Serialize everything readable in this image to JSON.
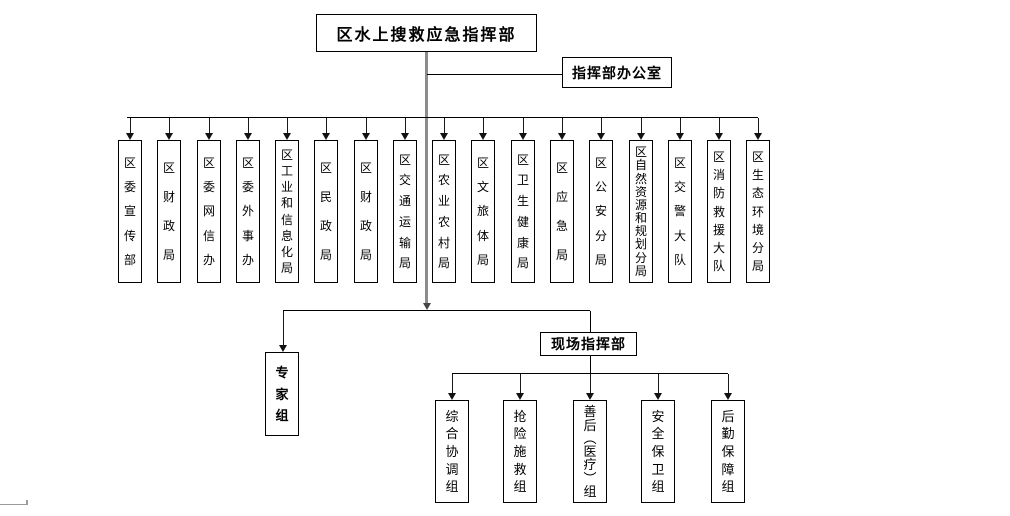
{
  "header": {
    "title": "区水上搜救应急指挥部",
    "office": "指挥部办公室"
  },
  "departments": [
    {
      "label": "区委宣传部"
    },
    {
      "label": "区财政局"
    },
    {
      "label": "区委网信办"
    },
    {
      "label": "区委外事办"
    },
    {
      "label": "区工业和信息化局"
    },
    {
      "label": "区民政局"
    },
    {
      "label": "区财政局"
    },
    {
      "label": "区交通运输局"
    },
    {
      "label": "区农业农村局"
    },
    {
      "label": "区文旅体局"
    },
    {
      "label": "区卫生健康局"
    },
    {
      "label": "区应急局"
    },
    {
      "label": "区公安分局"
    },
    {
      "label": "区自然资源和规划分局"
    },
    {
      "label": "区交警大队"
    },
    {
      "label": "区消防救援大队"
    },
    {
      "label": "区生态环境分局"
    }
  ],
  "expert_group": {
    "label": "专家组"
  },
  "site_command": {
    "label": "现场指挥部"
  },
  "site_groups": [
    {
      "label": "综合协调组"
    },
    {
      "label": "抢险施救组"
    },
    {
      "label": "善后（医疗）组"
    },
    {
      "label": "安全保卫组"
    },
    {
      "label": "后勤保障组"
    }
  ],
  "colors": {
    "line": "#000000",
    "trunk": "#8c8c8c",
    "border": "#000000",
    "background": "#ffffff",
    "text": "#000000"
  }
}
